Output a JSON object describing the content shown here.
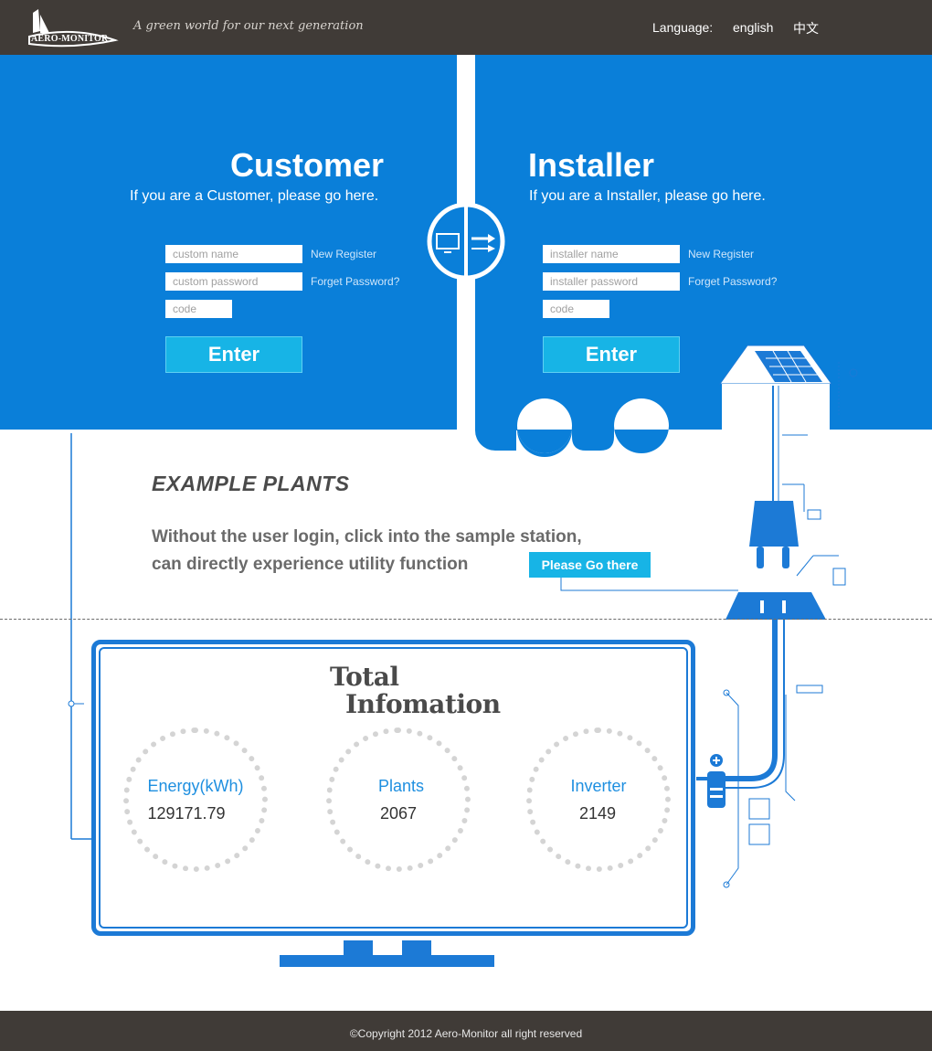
{
  "header": {
    "logo_text": "AERO-MONITOR",
    "tagline": "A green world for our next generation",
    "language_label": "Language:",
    "language_en": "english",
    "language_zh": "中文"
  },
  "customer": {
    "title": "Customer",
    "subtitle": "If you are a Customer, please go here.",
    "name_placeholder": "custom name",
    "password_placeholder": "custom password",
    "code_placeholder": "code",
    "new_register": "New Register",
    "forget_password": "Forget Password?",
    "enter_label": "Enter"
  },
  "installer": {
    "title": "Installer",
    "subtitle": "If you are a Installer, please go here.",
    "name_placeholder": "installer name",
    "password_placeholder": "installer password",
    "code_placeholder": "code",
    "new_register": "New Register",
    "forget_password": "Forget Password?",
    "enter_label": "Enter"
  },
  "example": {
    "title": "EXAMPLE PLANTS",
    "line1": "Without the user login, click into the sample station,",
    "line2": "can directly experience utility function",
    "button_label": "Please Go there"
  },
  "total_info": {
    "title_line1": "Total",
    "title_line2": "Infomation",
    "stats": [
      {
        "label": "Energy(kWh)",
        "value": "129171.79"
      },
      {
        "label": "Plants",
        "value": "2067"
      },
      {
        "label": "Inverter",
        "value": "2149"
      }
    ]
  },
  "footer": {
    "copyright": "©Copyright 2012 Aero-Monitor all right reserved"
  },
  "colors": {
    "header_bg": "#403b37",
    "brand_blue": "#0a7fd9",
    "button_cyan": "#17b4e6",
    "monitor_blue": "#1c7ad6"
  }
}
